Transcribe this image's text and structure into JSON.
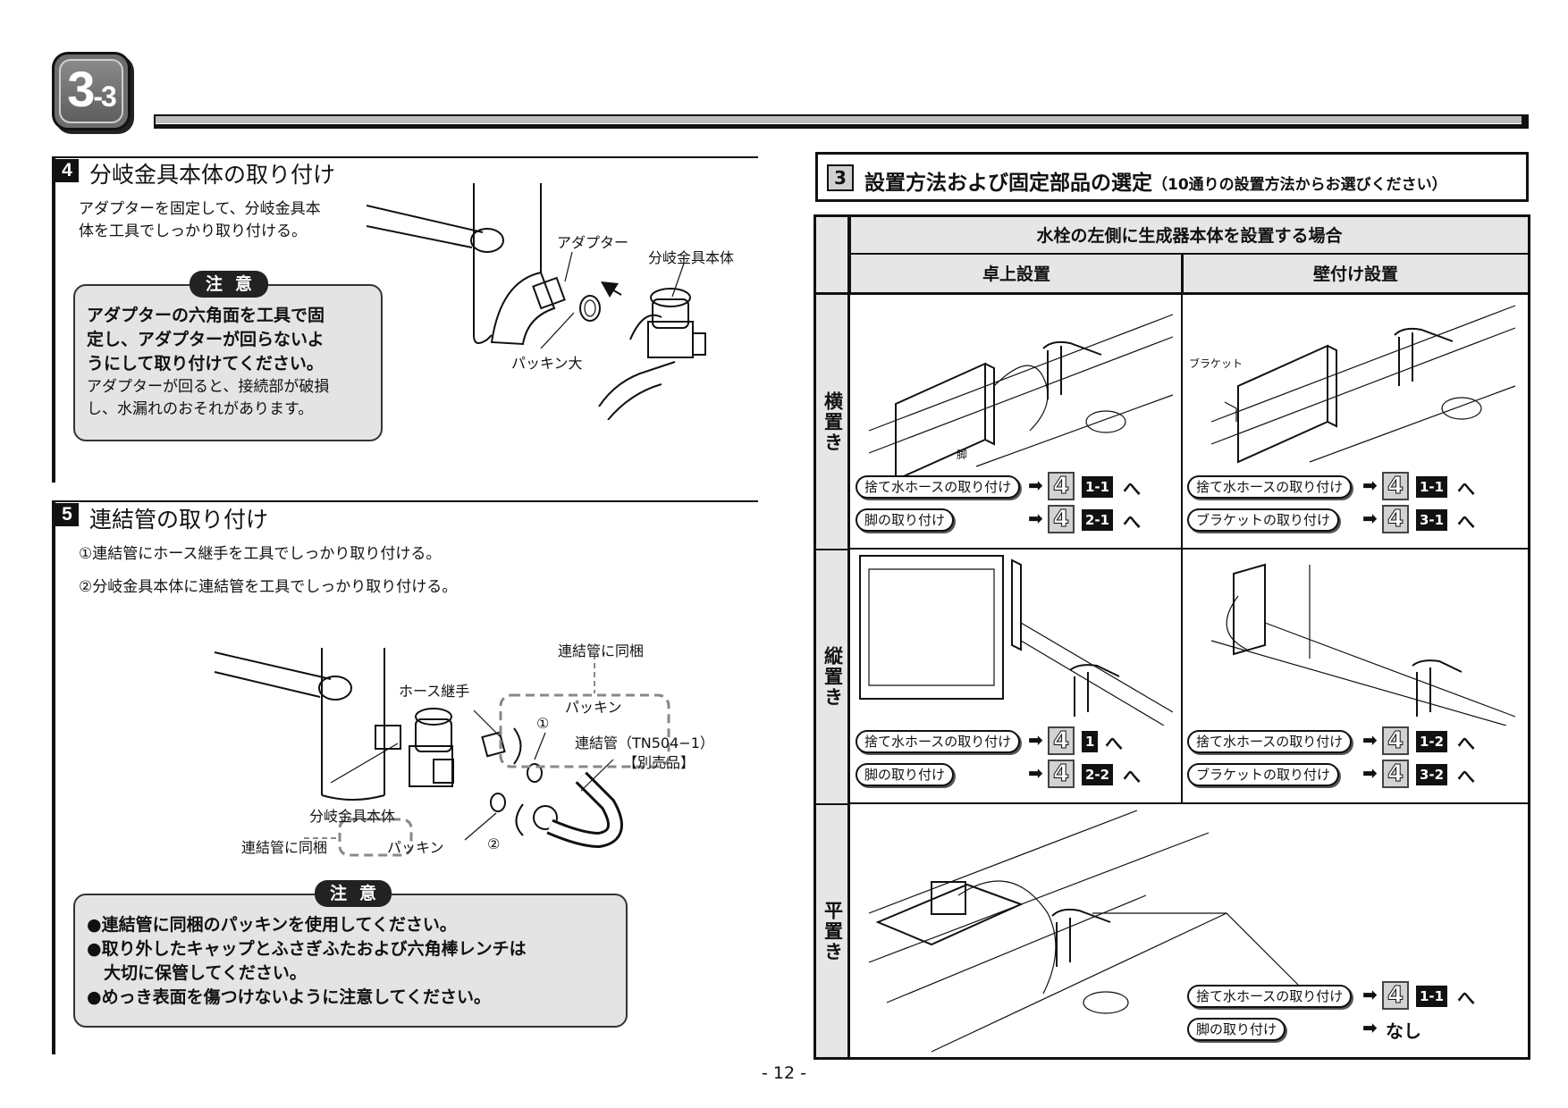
{
  "section": {
    "number": "3",
    "sub": "-3"
  },
  "step4": {
    "num": "4",
    "title": "分岐金具本体の取り付け",
    "body_line1": "アダプターを固定して、分岐金具本",
    "body_line2": "体を工具でしっかり取り付ける。",
    "caution_label": "注意",
    "caution_bold": [
      "アダプターの六角面を工具で固",
      "定し、アダプターが回らないよ",
      "うにして取り付けてください。"
    ],
    "caution_normal": [
      "アダプターが回ると、接続部が破損",
      "し、水漏れのおそれがあります。"
    ],
    "labels": {
      "adapter": "アダプター",
      "body": "分岐金具本体",
      "packing_large": "パッキン大"
    }
  },
  "step5": {
    "num": "5",
    "title": "連結管の取り付け",
    "item1": "①連結管にホース継手を工具でしっかり取り付ける。",
    "item2": "②分岐金具本体に連結管を工具でしっかり取り付ける。",
    "labels": {
      "bundled_top": "連結管に同梱",
      "hose_joint": "ホース継手",
      "packing_top": "パッキン",
      "pipe": "連結管（TN504−1）",
      "sold_separately": "【別売品】",
      "body": "分岐金具本体",
      "bundled_bottom": "連結管に同梱",
      "packing_bottom": "パッキン",
      "circle1": "①",
      "circle2": "②"
    },
    "caution_label": "注意",
    "caution_items": [
      "●連結管に同梱のパッキンを使用してください。",
      "●取り外したキャップとふさぎふたおよび六角棒レンチは",
      "　大切に保管してください。",
      "●めっき表面を傷つけないように注意してください。"
    ]
  },
  "right": {
    "num": "3",
    "title": "設置方法および固定部品の選定",
    "subtitle": "（10通りの設置方法からお選びください）",
    "table_title": "水栓の左側に生成器本体を設置する場合",
    "col1": "卓上設置",
    "col2": "壁付け設置",
    "rows": [
      {
        "label": "横置き",
        "left": [
          {
            "text": "捨て水ホースの取り付け",
            "n": "4",
            "code": "1-1",
            "he": "へ"
          },
          {
            "text": "脚の取り付け",
            "n": "4",
            "code": "2-1",
            "he": "へ"
          }
        ],
        "right": [
          {
            "text": "捨て水ホースの取り付け",
            "n": "4",
            "code": "1-1",
            "he": "へ"
          },
          {
            "text": "ブラケットの取り付け",
            "n": "4",
            "code": "3-1",
            "he": "へ"
          }
        ],
        "illus_labels": {
          "leg": "脚",
          "bracket": "ブラケット"
        }
      },
      {
        "label": "縦置き",
        "left": [
          {
            "text": "捨て水ホースの取り付け",
            "n": "4",
            "code": "1",
            "he": "へ"
          },
          {
            "text": "脚の取り付け",
            "n": "4",
            "code": "2-2",
            "he": "へ"
          }
        ],
        "right": [
          {
            "text": "捨て水ホースの取り付け",
            "n": "4",
            "code": "1-2",
            "he": "へ"
          },
          {
            "text": "ブラケットの取り付け",
            "n": "4",
            "code": "3-2",
            "he": "へ"
          }
        ]
      },
      {
        "label": "平置き",
        "right": [
          {
            "text": "捨て水ホースの取り付け",
            "n": "4",
            "code": "1-1",
            "he": "へ"
          },
          {
            "text": "脚の取り付け",
            "none": "なし"
          }
        ]
      }
    ]
  },
  "page_number": "- 12 -"
}
